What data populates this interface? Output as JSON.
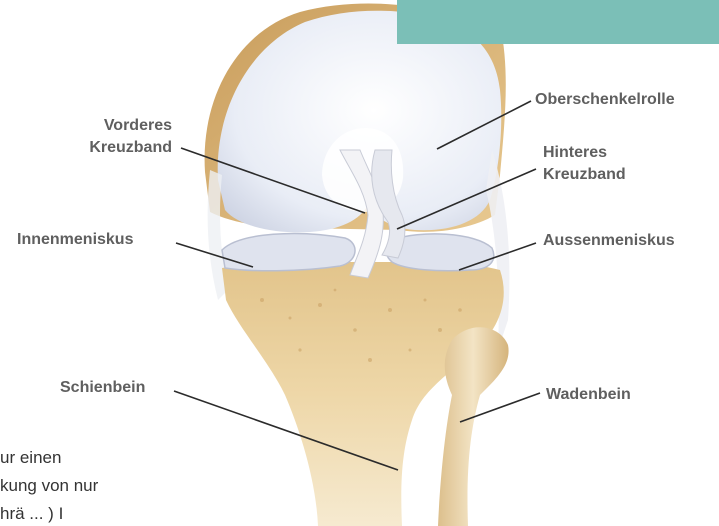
{
  "labels": {
    "vorderes_kreuzband": [
      "Vorderes",
      "Kreuzband"
    ],
    "innenmeniskus": "Innenmeniskus",
    "schienbein": "Schienbein",
    "oberschenkelrolle": "Oberschenkelrolle",
    "hinteres_kreuzband": [
      "Hinteres",
      "Kreuzband"
    ],
    "aussenmeniskus": "Aussenmeniskus",
    "wadenbein": "Wadenbein"
  },
  "cut_text": [
    "ur einen",
    "kung von nur",
    "hrä ... ) I"
  ],
  "colors": {
    "accent": "#7bbfb7",
    "label": "#5f5f5f",
    "bone": "#e8cf9e",
    "cartilage": "#eceff6",
    "leader": "#2b2b2b"
  }
}
